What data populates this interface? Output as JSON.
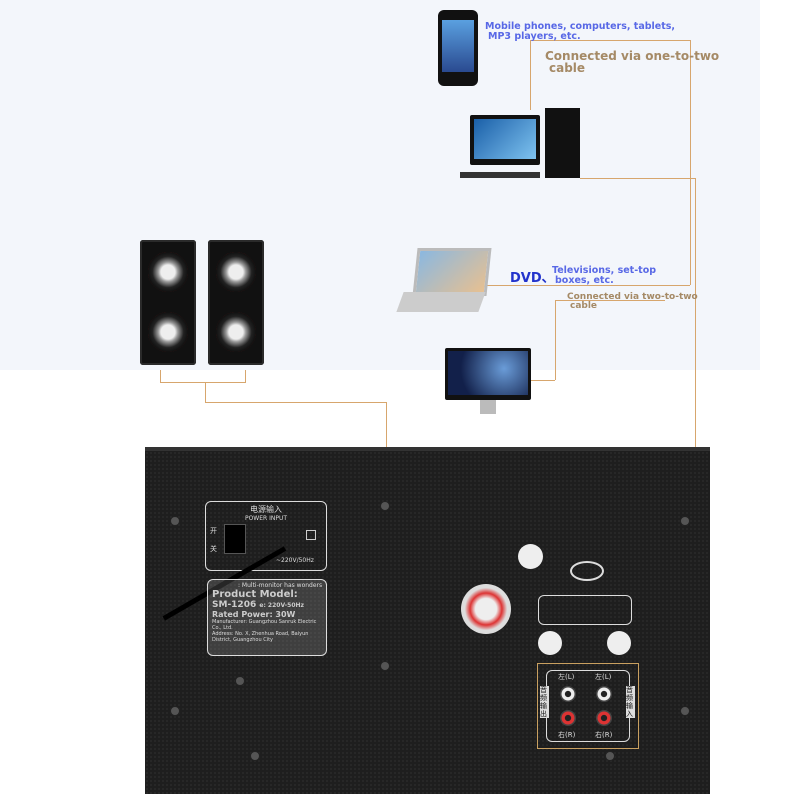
{
  "labels": {
    "mobile": "Mobile phones, computers, tablets,",
    "mobile2": "MP3 players, etc.",
    "one_to_two": "Connected via one-to-two",
    "one_to_two2": "cable",
    "dvd": "DVD、",
    "tv": "Televisions, set-top",
    "tv2": "boxes, etc.",
    "two_to_two": "Connected via two-to-two",
    "two_to_two2": "cable"
  },
  "back_panel": {
    "power_title_cn": "电源输入",
    "power_title": "POWER INPUT",
    "on_cn": "开",
    "off_cn": "关",
    "voltage": "~220V/50Hz",
    "slogan": ": Multi-monitor has wonders",
    "model_label": "Product Model:",
    "model": "SM-1206",
    "input": "e: 220V-50Hz",
    "rated_power": "Rated Power: 30W",
    "manufacturer": "Manufacturer: Guangzhou Sanruk Electric Co., Ltd.",
    "address": "Address: No. X, Zhenhua Road, Baiyun",
    "district": "District, Guangzhou City",
    "left_l": "左(L)",
    "right_r": "右(R)",
    "out_cn": "音频输出",
    "in_cn": "音频输入"
  },
  "colors": {
    "line": "#d7a66d",
    "blue": "#5868e6",
    "brown": "#a58a66"
  }
}
